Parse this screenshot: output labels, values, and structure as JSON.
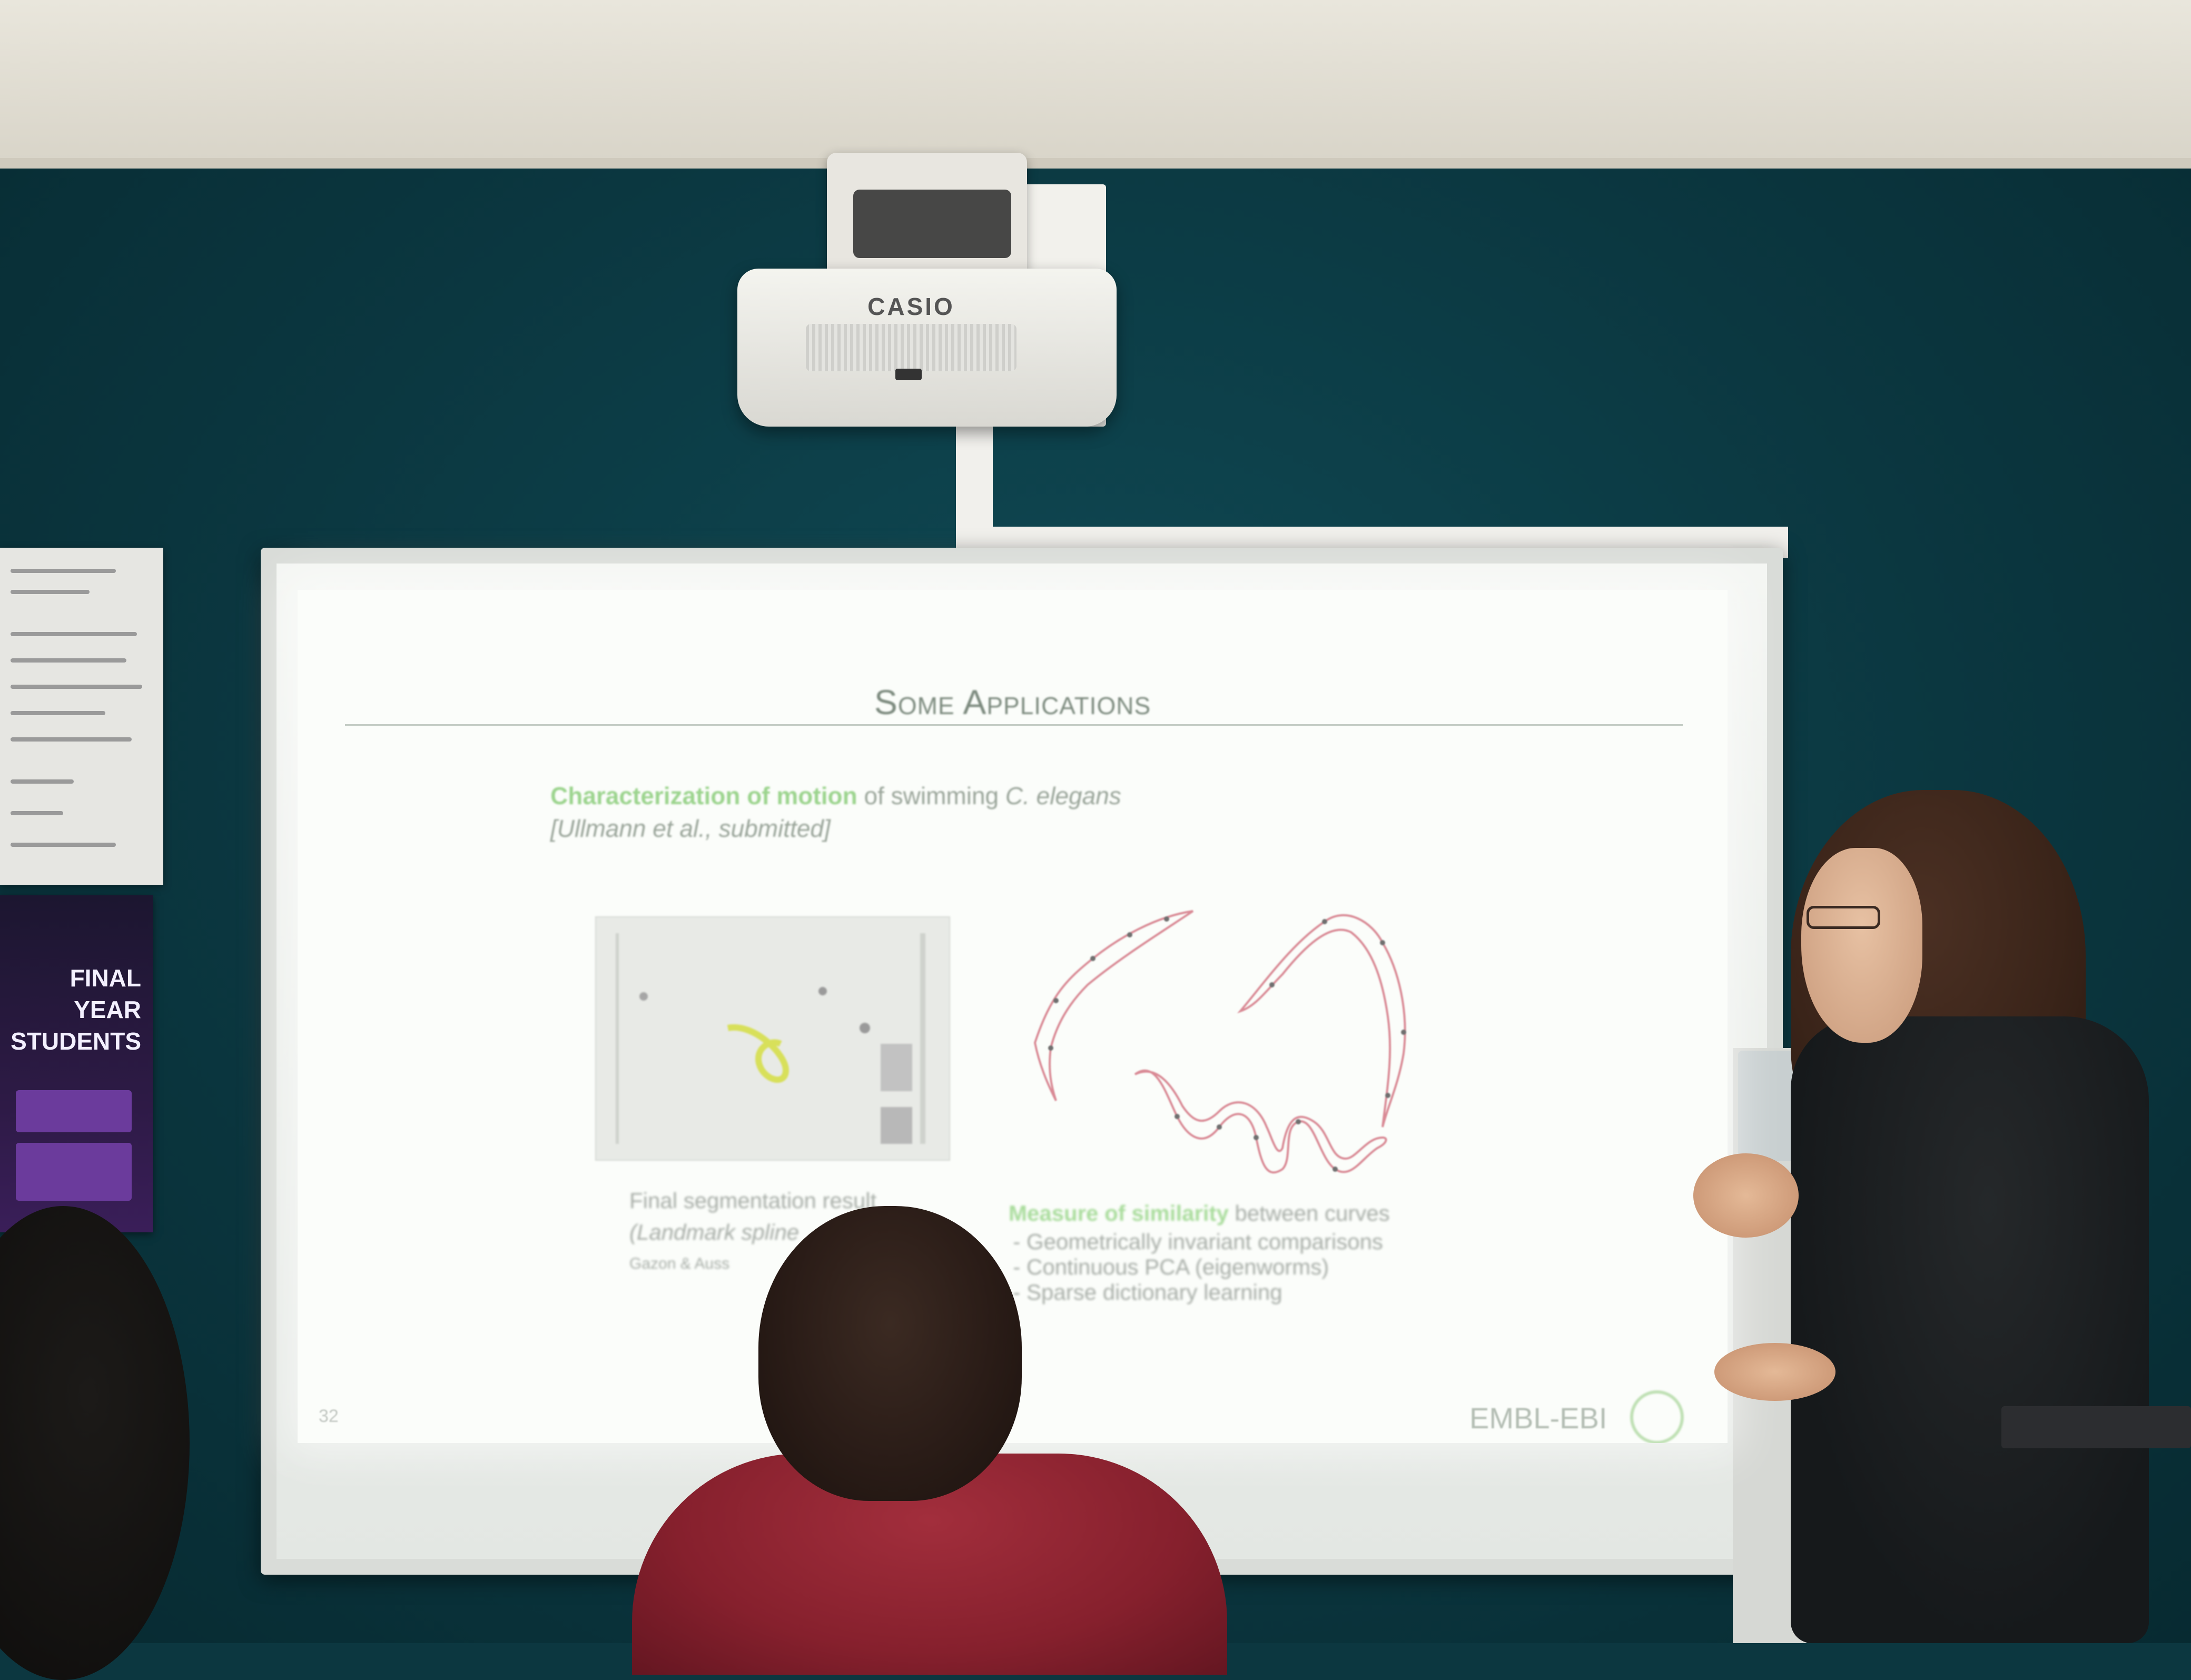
{
  "projector": {
    "brand": "CASIO"
  },
  "slide": {
    "title": "Some Applications",
    "intro_highlight": "Characterization of motion",
    "intro_rest": " of swimming ",
    "intro_species": "C. elegans",
    "citation": "[Ullmann et al., submitted]",
    "left_caption_line1": "Final segmentation result",
    "left_caption_line2": "(Landmark spline",
    "left_caption_line3": "Gazon & Auss",
    "right_caption_highlight": "Measure of similarity",
    "right_caption_rest": " between curves",
    "bullets": [
      "Geometrically invariant comparisons",
      "Continuous PCA (eigenworms)",
      "Sparse dictionary learning"
    ],
    "logo": "EMBL-EBI",
    "page_number": "32"
  },
  "poster": {
    "line1": "FINAL",
    "line2": "YEAR",
    "line3": "STUDENTS"
  },
  "colors": {
    "wall": "#0c3740",
    "slide_accent": "#9cd48e",
    "worm_outline": "#d98a95",
    "shirt": "#8f2433"
  }
}
